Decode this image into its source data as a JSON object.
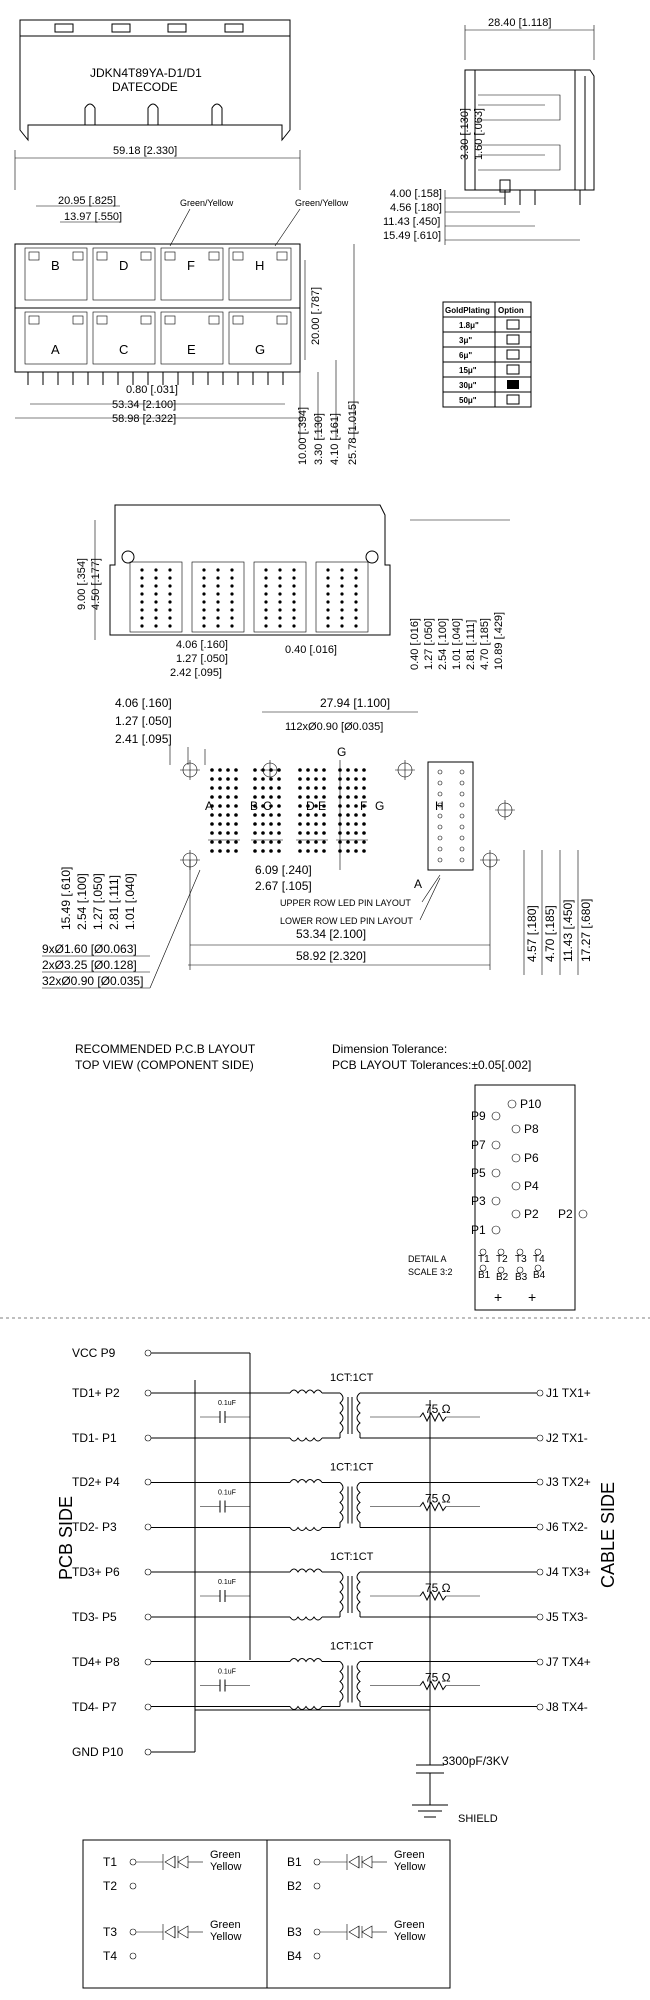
{
  "front_view": {
    "part_label": "JDKN4T89YA-D1/D1",
    "datecode": "DATECODE"
  },
  "side_view": {
    "width_dim": "28.40 [1.118]",
    "h1": "3.30 [.130]",
    "h2": "1.60 [.063]",
    "d1": "4.00 [.158]",
    "d2": "4.56 [.180]",
    "d3": "11.43 [.450]",
    "d4": "15.49 [.610]"
  },
  "gold_plating_table": {
    "header_plating": "GoldPlating",
    "header_option": "Option",
    "rows": [
      {
        "plating": "1.8μ\"",
        "selected": false
      },
      {
        "plating": "3μ\"",
        "selected": false
      },
      {
        "plating": "6μ\"",
        "selected": false
      },
      {
        "plating": "15μ\"",
        "selected": false
      },
      {
        "plating": "30μ\"",
        "selected": true
      },
      {
        "plating": "50μ\"",
        "selected": false
      }
    ]
  },
  "top_view": {
    "overall": "59.18 [2.330]",
    "w1": "20.95 [.825]",
    "w2": "13.97 [.550]",
    "led1": "Green/Yellow",
    "led2": "Green/Yellow",
    "port_labels_top": [
      "B",
      "D",
      "F",
      "H"
    ],
    "port_labels_bottom": [
      "A",
      "C",
      "E",
      "G"
    ],
    "height": "20.00 [.787]",
    "pin_pitch": "0.80 [.031]",
    "span": "53.34 [2.100]",
    "span2": "58.98 [2.322]",
    "v1": "10.00 [.394]",
    "v2": "3.30 [.130]",
    "v3": "4.10 [.161]",
    "v4": "25.78 [1.015]"
  },
  "bottom_view": {
    "h1": "9.00 [.354]",
    "h2": "4.50 [.177]",
    "p1": "4.06 [.160]",
    "p2": "1.27 [.050]",
    "p3": "2.42 [.095]",
    "p4": "0.40 [.016]",
    "r1": "0.40 [.016]",
    "r2": "1.27 [.050]",
    "r3": "2.54 [.100]",
    "r4": "1.01 [.040]",
    "r5": "2.81 [.111]",
    "r6": "4.70 [.185]",
    "r7": "10.89 [.429]"
  },
  "pcb_layout": {
    "d1": "4.06 [.160]",
    "d2": "1.27 [.050]",
    "d3": "2.41 [.095]",
    "d4": "27.94 [1.100]",
    "holes": "112xØ0.90 [Ø0.035]",
    "datum": "G",
    "port_letters": [
      "A",
      "B",
      "C",
      "D",
      "E",
      "F",
      "G",
      "H"
    ],
    "detail_ref": "A",
    "d5": "6.09 [.240]",
    "d6": "2.67 [.105]",
    "upper_led": "UPPER ROW LED PIN LAYOUT",
    "lower_led": "LOWER ROW LED PIN LAYOUT",
    "left_dims": [
      "15.49 [.610]",
      "2.54 [.100]",
      "1.27 [.050]",
      "2.81 [.111]",
      "1.01 [.040]"
    ],
    "right_dims": [
      "4.57 [.180]",
      "4.70 [.185]",
      "11.43 [.450]",
      "17.27 [.680]"
    ],
    "span1": "53.34 [2.100]",
    "span2": "58.92 [2.320]",
    "hole_notes": [
      "9xØ1.60 [Ø0.063]",
      "2xØ3.25 [Ø0.128]",
      "32xØ0.90 [Ø0.035]"
    ]
  },
  "notes": {
    "rec_line1": "RECOMMENDED P.C.B LAYOUT",
    "rec_line2": "TOP VIEW (COMPONENT SIDE)",
    "tol_line1": "Dimension Tolerance:",
    "tol_line2": "PCB LAYOUT Tolerances:±0.05[.002]"
  },
  "detail_a": {
    "pins": [
      "P10",
      "P9",
      "P8",
      "P7",
      "P6",
      "P5",
      "P4",
      "P3",
      "P2",
      "P2",
      "P1"
    ],
    "bottom_pins": [
      "T1",
      "T2",
      "T3",
      "T4",
      "B1",
      "B2",
      "B3",
      "B4"
    ],
    "label": "DETAIL A",
    "scale": "SCALE 3:2"
  },
  "schematic": {
    "pcb_side": "PCB SIDE",
    "cable_side": "CABLE SIDE",
    "left_pins": [
      "VCC  P9",
      "TD1+ P2",
      "TD1-  P1",
      "TD2+ P4",
      "TD2-  P3",
      "TD3+ P6",
      "TD3-  P5",
      "TD4+ P8",
      "TD4-  P7",
      "GND P10"
    ],
    "right_pins": [
      "J1 TX1+",
      "J2 TX1-",
      "J3 TX2+",
      "J6 TX2-",
      "J4 TX3+",
      "J5 TX3-",
      "J7 TX4+",
      "J8 TX4-"
    ],
    "ratio": "1CT:1CT",
    "res": "75 Ω",
    "cap": "0.1uF",
    "hv_cap": "3300pF/3KV",
    "shield": "SHIELD"
  },
  "led_table": {
    "left": [
      {
        "a": "T1",
        "b": "T2",
        "c1": "Green",
        "c2": "Yellow"
      },
      {
        "a": "T3",
        "b": "T4",
        "c1": "Green",
        "c2": "Yellow"
      }
    ],
    "right": [
      {
        "a": "B1",
        "b": "B2",
        "c1": "Green",
        "c2": "Yellow"
      },
      {
        "a": "B3",
        "b": "B4",
        "c1": "Green",
        "c2": "Yellow"
      }
    ]
  }
}
